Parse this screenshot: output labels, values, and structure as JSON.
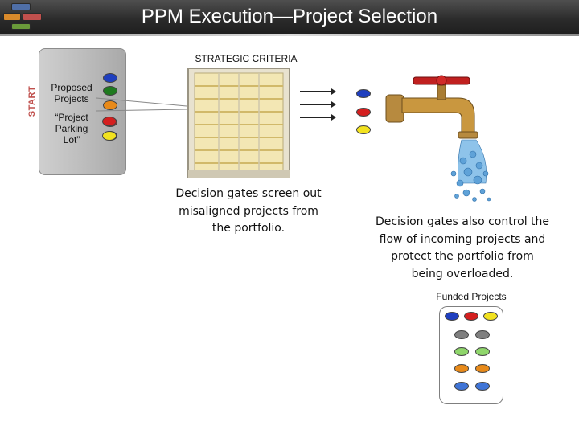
{
  "header": {
    "title": "PPM Execution—Project Selection"
  },
  "diagram": {
    "strategic_criteria": "STRATEGIC CRITERIA",
    "start_label": "START",
    "proposed_projects": [
      "Proposed",
      "Projects"
    ],
    "parking_lot": [
      "“Project",
      "Parking",
      "Lot”"
    ],
    "caption_filter": [
      "Decision gates screen out",
      "misaligned projects from",
      "the portfolio."
    ],
    "caption_faucet": [
      "Decision gates also control the",
      "flow of incoming projects and",
      "protect the portfolio from",
      "being overloaded."
    ],
    "funded_projects": "Funded Projects"
  },
  "colors": {
    "blue": "#1f3fbf",
    "green": "#1f7a1f",
    "orange": "#e88a1a",
    "red": "#d41f1f",
    "purple": "#7a1f8a",
    "yellow": "#f2e21f",
    "gray": "#7f7f7f",
    "light_green": "#8fd66b",
    "light_blue": "#3f74d6",
    "start_red": "#c0504d"
  }
}
